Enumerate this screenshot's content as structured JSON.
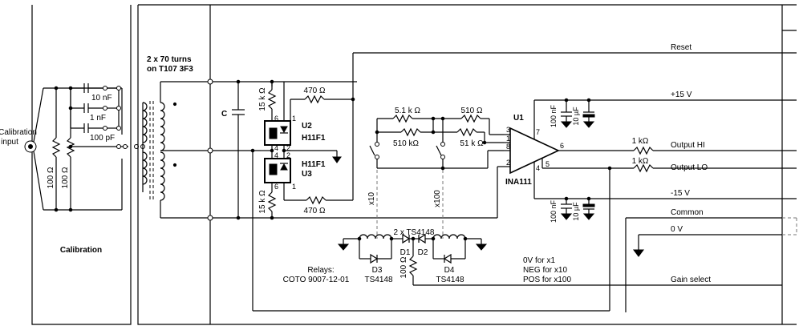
{
  "calibration": {
    "input_label_1": "Calibration",
    "input_label_2": "input",
    "section_title": "Calibration",
    "r1": "100 Ω",
    "r2": "100 Ω",
    "c1": "10 nF",
    "c2": "1 nF",
    "c3": "100 pF"
  },
  "transformer": {
    "label_1": "2 x 70 turns",
    "label_2": "on T107 3F3",
    "cap": "C"
  },
  "optos": {
    "u2_ref": "U2",
    "u2_part": "H11F1",
    "u3_ref": "U3",
    "u3_part": "H11F1",
    "r_top": "15 k Ω",
    "r_bottom": "15 k Ω",
    "r_series_top": "470 Ω",
    "r_series_bottom": "470 Ω",
    "pin_6a": "6",
    "pin_4a": "4",
    "pin_1a": "1",
    "pin_2a": "2",
    "pin_4b": "4",
    "pin_6b": "6",
    "pin_2b": "2",
    "pin_1b": "1"
  },
  "gain_network": {
    "r_51k": "5.1 k Ω",
    "r_510k": "510 kΩ",
    "r_510": "510 Ω",
    "r_51k2": "51 k Ω",
    "relay_x10": "x10",
    "relay_x100": "x100"
  },
  "amp": {
    "ref": "U1",
    "part": "INA111",
    "pin3": "3",
    "pin1": "1",
    "pin8": "8",
    "pin2": "2",
    "pin7": "7",
    "pin6": "6",
    "pin5": "5",
    "pin4": "4",
    "c_100n_top": "100 nF",
    "c_10u_top": "10 µF",
    "c_100n_bot": "100 nF",
    "c_10u_bot": "10 µF",
    "r_out_hi": "1 kΩ",
    "r_out_lo": "1 kΩ"
  },
  "outputs": {
    "reset": "Reset",
    "p15": "+15 V",
    "out_hi": "Output HI",
    "out_lo": "Output LO",
    "m15": "-15 V",
    "common": "Common",
    "zero": "0 V",
    "gain_select": "Gain select"
  },
  "relay_driver": {
    "title": "2 x TS4148",
    "d1": "D1",
    "d2": "D2",
    "d3": "D3",
    "d3_part": "TS4148",
    "d4": "D4",
    "d4_part": "TS4148",
    "r_100": "100 Ω",
    "relays_1": "Relays:",
    "relays_2": "COTO 9007-12-01",
    "note_1": "0V for x1",
    "note_2": "NEG for x10",
    "note_3": "POS for x100"
  }
}
